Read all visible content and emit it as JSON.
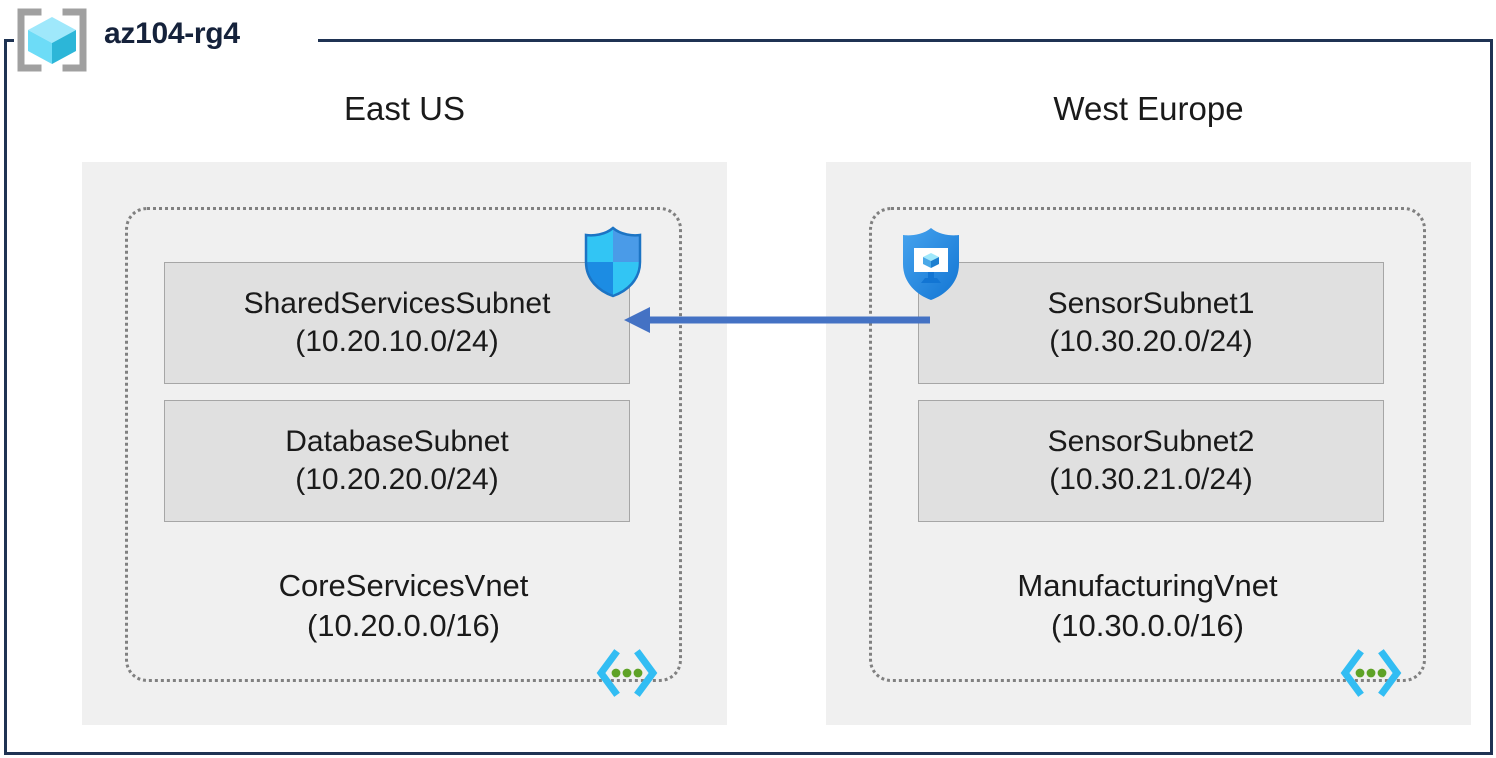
{
  "resource_group": {
    "name": "az104-rg4",
    "icon": "resource-group-cube-icon",
    "frame_color": "#1f3353"
  },
  "regions": [
    {
      "id": "east",
      "label": "East US"
    },
    {
      "id": "west",
      "label": "West Europe"
    }
  ],
  "vnets": [
    {
      "id": "core",
      "region": "East US",
      "name": "CoreServicesVnet",
      "cidr": "(10.20.0.0/16)",
      "icon": "virtual-network-icon",
      "subnets": [
        {
          "name": "SharedServicesSubnet",
          "cidr": "(10.20.10.0/24)",
          "icon": "network-security-group-icon"
        },
        {
          "name": "DatabaseSubnet",
          "cidr": "(10.20.20.0/24)",
          "icon": null
        }
      ]
    },
    {
      "id": "manufacturing",
      "region": "West Europe",
      "name": "ManufacturingVnet",
      "cidr": "(10.30.0.0/16)",
      "icon": "virtual-network-icon",
      "subnets": [
        {
          "name": "SensorSubnet1",
          "cidr": "(10.30.20.0/24)",
          "icon": "application-security-group-icon"
        },
        {
          "name": "SensorSubnet2",
          "cidr": "(10.30.21.0/24)",
          "icon": null
        }
      ]
    }
  ],
  "connection": {
    "name": "vnet-peering-arrow",
    "direction": "right-to-left",
    "from": "SensorSubnet1",
    "to": "SharedServicesSubnet",
    "color": "#4472c4",
    "label": ""
  },
  "colors": {
    "frame_navy": "#1f3353",
    "region_fill": "#f0f0f0",
    "subnet_fill": "#e0e0e0",
    "subnet_border": "#a6a6a6",
    "vnet_border": "#808080",
    "arrow_blue": "#4472c4",
    "icon_cyan": "#32bdf3",
    "icon_blue": "#1c8ce3",
    "icon_green": "#5ea226",
    "bracket_gray": "#a0a0a0"
  }
}
